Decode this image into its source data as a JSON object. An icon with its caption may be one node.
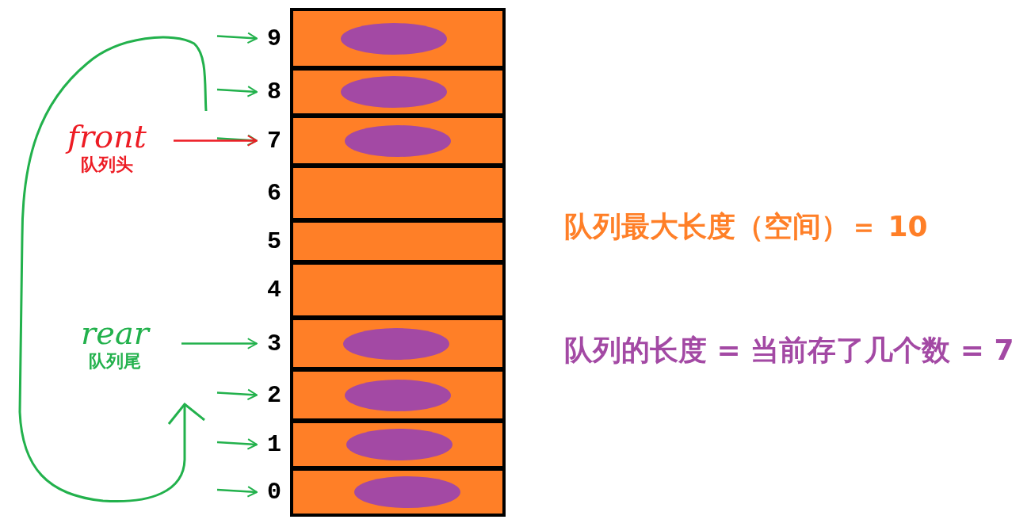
{
  "diagram": {
    "nodes": [
      {
        "text": [
          "front",
          "队列头"
        ]
      },
      {
        "text": [
          "rear",
          "队列尾"
        ]
      },
      {
        "text": [],
        "shape": "box",
        "beside": [
          "9"
        ]
      },
      {
        "text": [],
        "shape": "box",
        "beside": [
          "8"
        ]
      },
      {
        "text": [],
        "shape": "box",
        "beside": [
          "7"
        ]
      },
      {
        "text": [],
        "shape": "box",
        "beside": [
          "6"
        ]
      },
      {
        "text": [],
        "shape": "box",
        "beside": [
          "5"
        ]
      },
      {
        "text": [],
        "shape": "box",
        "beside": [
          "4"
        ]
      },
      {
        "text": [],
        "shape": "box",
        "beside": [
          "3"
        ]
      },
      {
        "text": [],
        "shape": "box",
        "beside": [
          "2"
        ]
      },
      {
        "text": [],
        "shape": "box",
        "beside": [
          "1"
        ]
      },
      {
        "text": [],
        "shape": "box",
        "beside": [
          "0"
        ]
      },
      {
        "text": [],
        "shape": "ellipse",
        "in": 2
      },
      {
        "text": [],
        "shape": "ellipse",
        "in": 3
      },
      {
        "text": [],
        "shape": "ellipse",
        "in": 4
      },
      {
        "text": [],
        "shape": "ellipse",
        "in": 8
      },
      {
        "text": [],
        "shape": "ellipse",
        "in": 9
      },
      {
        "text": [],
        "shape": "ellipse",
        "in": 10
      },
      {
        "text": [],
        "shape": "ellipse",
        "in": 11
      }
    ],
    "edges": [
      {
        "from": null,
        "to": 2,
        "arrow": "to"
      },
      {
        "from": null,
        "to": 3,
        "arrow": "to"
      },
      {
        "from": null,
        "to": 4,
        "arrow": "to"
      },
      {
        "from": 0,
        "to": 4,
        "arrow": "to",
        "color": "#ed1c24"
      },
      {
        "from": 1,
        "to": 8,
        "arrow": "to"
      },
      {
        "from": null,
        "to": 9,
        "arrow": "to"
      },
      {
        "from": null,
        "to": 10,
        "arrow": "to"
      },
      {
        "from": null,
        "to": 11,
        "arrow": "to"
      }
    ],
    "labels": [
      "队列最大长度（空间）＝ 10",
      "队列的长度 = 当前存了几个数 = 7"
    ]
  }
}
